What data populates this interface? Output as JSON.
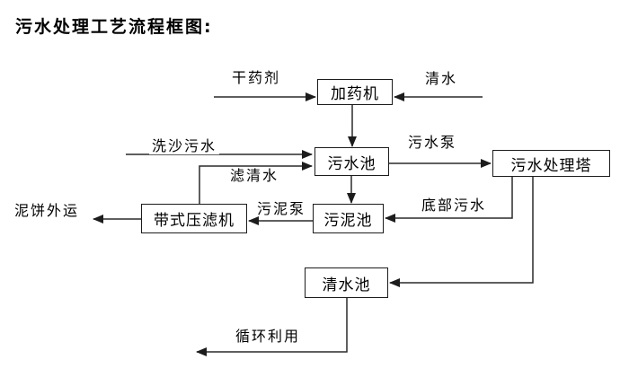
{
  "title": "污水处理工艺流程框图:",
  "colors": {
    "line": "#222222",
    "text": "#000000",
    "background": "#ffffff"
  },
  "nodes": {
    "dosing_machine": "加药机",
    "sewage_pool": "污水池",
    "treatment_tower": "污水处理塔",
    "sludge_pool": "污泥池",
    "belt_filter_press": "带式压滤机",
    "clean_water_pool": "清水池"
  },
  "labels": {
    "dry_chemical": "干药剂",
    "clean_water": "清水",
    "sand_wash_sewage": "洗沙污水",
    "filtered_water": "滤清水",
    "sewage_pump": "污水泵",
    "sludge_pump": "污泥泵",
    "bottom_sewage": "底部污水",
    "mud_cake_outbound": "泥饼外运",
    "recycling": "循环利用"
  },
  "edges": [
    {
      "label": "干药剂",
      "to": "加药机"
    },
    {
      "label": "清水",
      "to": "加药机"
    },
    {
      "from": "加药机",
      "to": "污水池"
    },
    {
      "label": "洗沙污水",
      "to": "污水池"
    },
    {
      "from": "带式压滤机",
      "label": "滤清水",
      "to": "污水池"
    },
    {
      "from": "污水池",
      "label": "污水泵",
      "to": "污水处理塔"
    },
    {
      "from": "污水池",
      "to": "污泥池"
    },
    {
      "from": "污泥池",
      "label": "污泥泵",
      "to": "带式压滤机"
    },
    {
      "from": "污水处理塔",
      "label": "底部污水",
      "to": "污泥池"
    },
    {
      "from": "污水处理塔",
      "to": "清水池"
    },
    {
      "from": "带式压滤机",
      "label": "泥饼外运"
    },
    {
      "from": "清水池",
      "label": "循环利用"
    }
  ]
}
